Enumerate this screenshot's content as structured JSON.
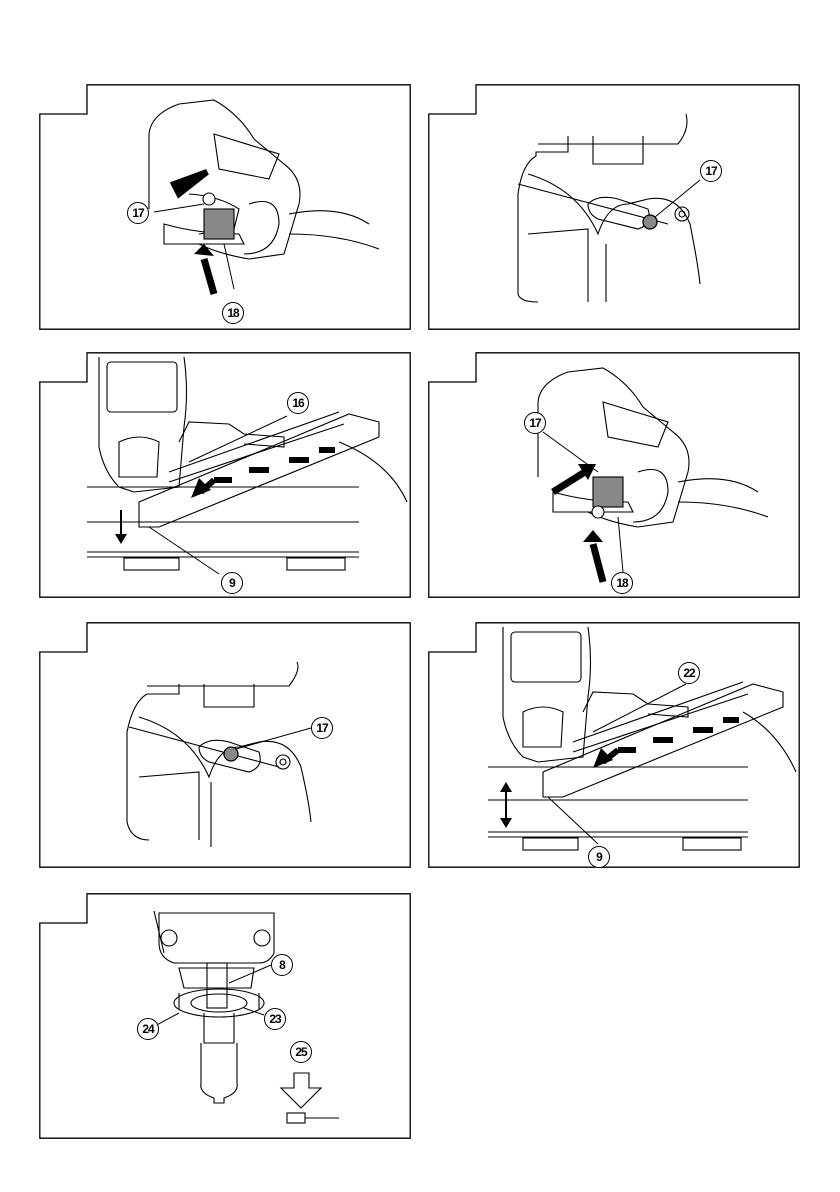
{
  "figures": [
    {
      "number": "",
      "callouts": [
        "17",
        "18"
      ]
    },
    {
      "number": "",
      "callouts": [
        "17"
      ]
    },
    {
      "number": "",
      "callouts": [
        "16",
        "9"
      ]
    },
    {
      "number": "",
      "callouts": [
        "17",
        "18"
      ]
    },
    {
      "number": "",
      "callouts": [
        "17"
      ]
    },
    {
      "number": "",
      "callouts": [
        "22",
        "9"
      ]
    },
    {
      "number": "",
      "callouts": [
        "8",
        "24",
        "23",
        "25"
      ]
    }
  ]
}
